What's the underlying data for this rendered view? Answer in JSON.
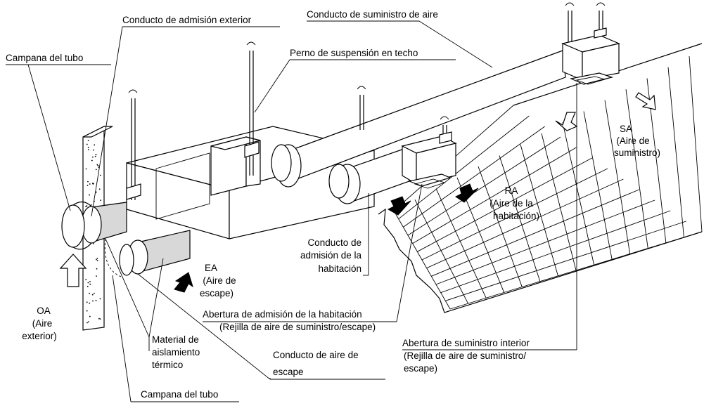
{
  "labels": {
    "outdoor_intake_duct": "Conducto de admisión exterior",
    "supply_air_duct": "Conducto de suministro de aire",
    "pipe_hood_top": "Campana del tubo",
    "ceiling_bolt": "Perno de suspensión en techo",
    "sa_1": "SA",
    "sa_2": "(Aire de",
    "sa_3": "suministro)",
    "ra_1": "RA",
    "ra_2": "(Aire de la",
    "ra_3": "habitación)",
    "room_intake_duct_1": "Conducto de",
    "room_intake_duct_2": "admisión de la",
    "room_intake_duct_3": "habitación",
    "ea_1": "EA",
    "ea_2": "(Aire de",
    "ea_3": "escape)",
    "room_intake_opening_1": "Abertura de admisión de la habitación",
    "room_intake_opening_2": "(Rejilla de aire de suministro/escape)",
    "oa_1": "OA",
    "oa_2": "(Aire",
    "oa_3": "exterior)",
    "insulation_1": "Material de",
    "insulation_2": "aislamiento",
    "insulation_3": "térmico",
    "exhaust_duct_1": "Conducto de aire de",
    "exhaust_duct_2": "escape",
    "indoor_supply_opening_1": "Abertura de suministro interior",
    "indoor_supply_opening_2": "(Rejilla de aire de suministro/",
    "indoor_supply_opening_3": "escape)",
    "pipe_hood_bottom": "Campana del tubo"
  }
}
